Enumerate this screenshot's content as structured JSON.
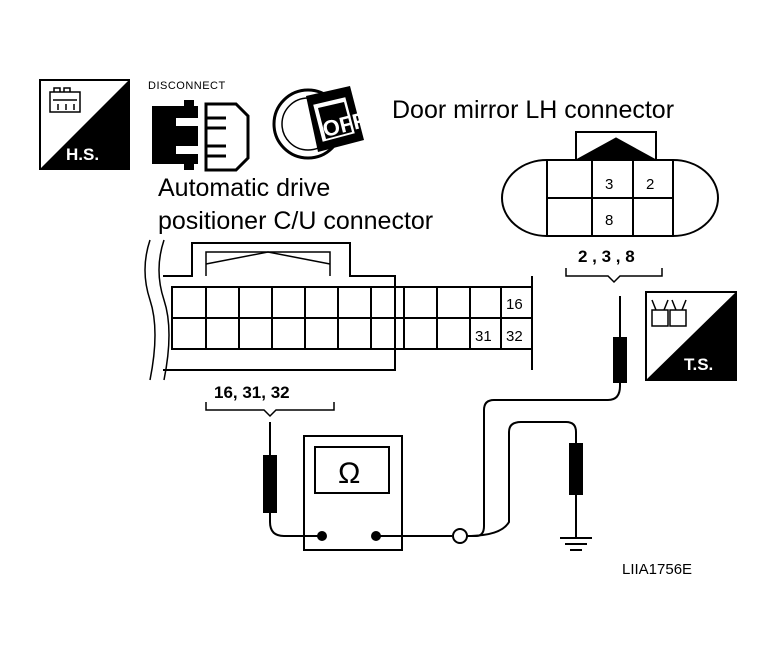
{
  "icons": {
    "hs_label": "H.S.",
    "ts_label": "T.S.",
    "disconnect_label": "DISCONNECT",
    "ignition_label": "OFF"
  },
  "left_connector": {
    "title_line1": "Automatic drive",
    "title_line2": "positioner C/U connector",
    "pins_label": "16, 31, 32",
    "cells": {
      "pin16": "16",
      "pin31": "31",
      "pin32": "32"
    }
  },
  "right_connector": {
    "title": "Door mirror LH connector",
    "pins_label": "2 , 3 , 8",
    "cells": {
      "pin3": "3",
      "pin2": "2",
      "pin8": "8"
    }
  },
  "meter": {
    "symbol": "Ω"
  },
  "reference_code": "LIIA1756E"
}
